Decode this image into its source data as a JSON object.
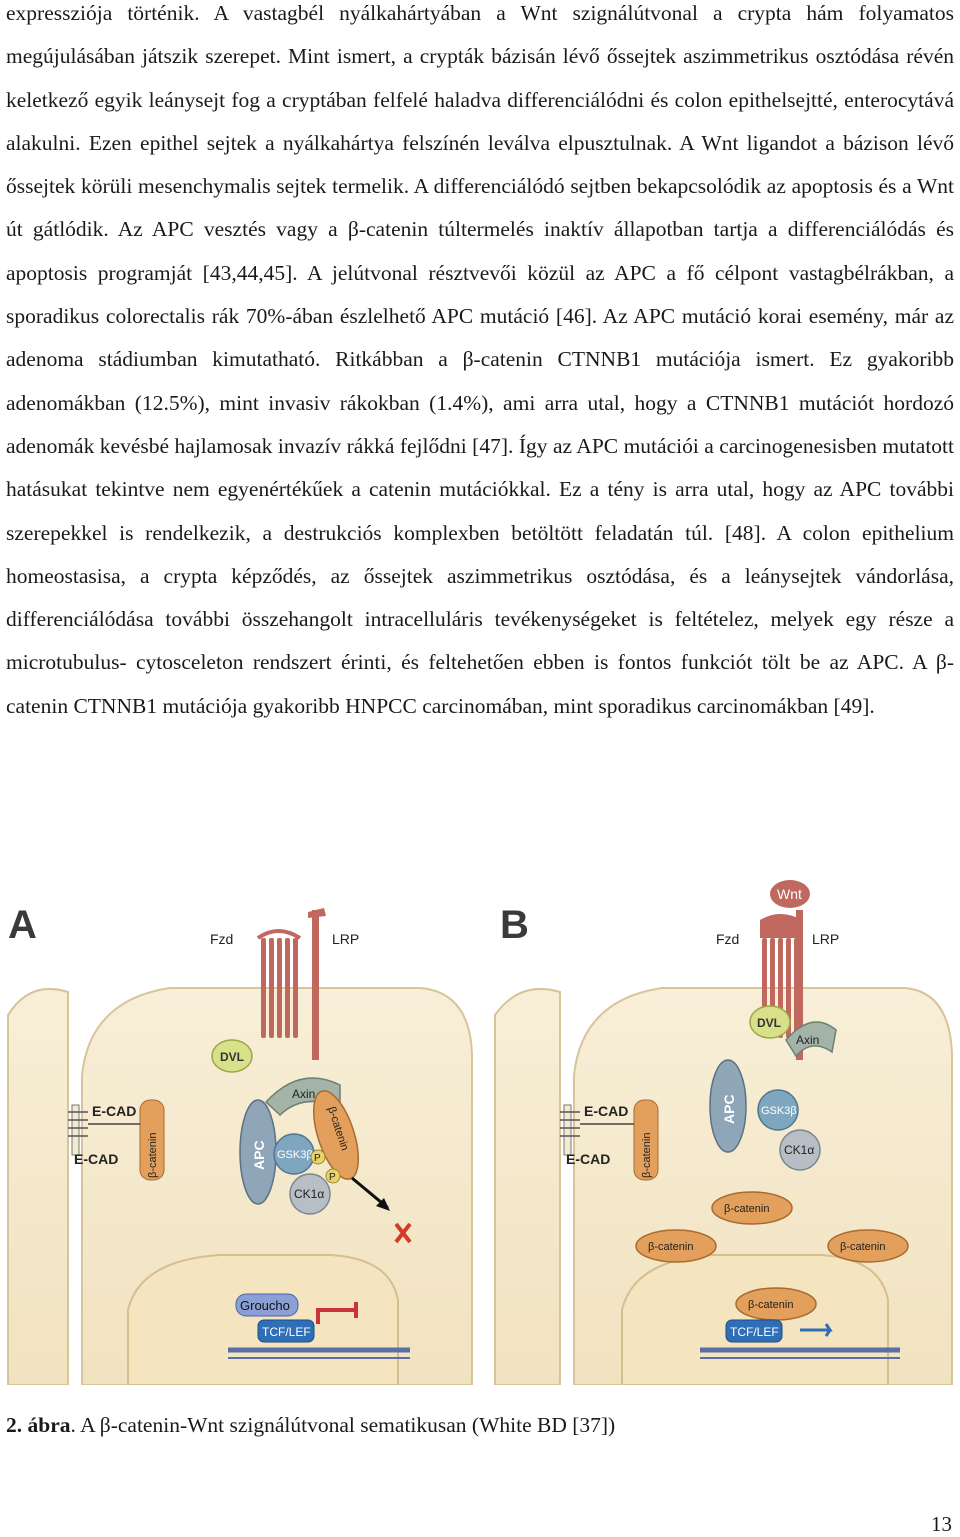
{
  "paragraph": "expressziója történik. A vastagbél nyálkahártyában a Wnt szignálútvonal a crypta hám folyamatos megújulásában játszik szerepet. Mint ismert, a crypták bázisán lévő őssejtek aszimmetrikus osztódása révén keletkező egyik leánysejt fog a cryptában felfelé haladva differenciálódni és colon epithelsejtté, enterocytává alakulni. Ezen epithel sejtek a nyálkahártya felszínén leválva elpusztulnak. A Wnt ligandot a bázison lévő őssejtek körüli mesenchymalis sejtek termelik. A differenciálódó sejtben bekapcsolódik az apoptosis és a Wnt út gátlódik. Az APC vesztés vagy a β-catenin túltermelés inaktív állapotban tartja a differenciálódás és apoptosis programját [43,44,45]. A jelútvonal résztvevői közül az APC a fő célpont vastagbélrákban, a sporadikus colorectalis rák 70%-ában észlelhető APC mutáció [46]. Az APC mutáció korai esemény, már az adenoma stádiumban kimutatható. Ritkábban a β-catenin CTNNB1 mutációja ismert. Ez gyakoribb adenomákban (12.5%), mint invasiv rákokban (1.4%), ami arra utal, hogy a CTNNB1 mutációt hordozó adenomák kevésbé hajlamosak invazív rákká fejlődni [47]. Így az APC mutációi a carcinogenesisben mutatott hatásukat tekintve nem egyenértékűek a catenin mutációkkal. Ez a tény is arra utal, hogy az APC további szerepekkel is rendelkezik, a destrukciós komplexben betöltött feladatán túl. [48]. A colon epithelium homeostasisa, a crypta képződés, az őssejtek aszimmetrikus osztódása, és a leánysejtek vándorlása, differenciálódása további összehangolt intracelluláris tevékenységeket is feltételez, melyek egy része a microtubulus- cytosceleton rendszert érinti, és feltehetően ebben is fontos funkciót tölt be az APC. A β-catenin CTNNB1 mutációja gyakoribb HNPCC carcinomában, mint sporadikus carcinomákban [49].",
  "figure": {
    "panel_a": {
      "letter": "A",
      "labels": {
        "fzd": "Fzd",
        "lrp": "LRP",
        "dvl": "DVL",
        "axin": "Axin",
        "apc": "APC",
        "gsk": "GSK3β",
        "ck1": "CK1α",
        "p": "P",
        "bcat": "β-catenin",
        "ecad1": "E-CAD",
        "ecad2": "E-CAD",
        "bcat_membrane": "β-catenin",
        "groucho": "Groucho",
        "tcf": "TCF/LEF"
      }
    },
    "panel_b": {
      "letter": "B",
      "labels": {
        "wnt": "Wnt",
        "fzd": "Fzd",
        "lrp": "LRP",
        "dvl": "DVL",
        "axin": "Axin",
        "apc": "APC",
        "gsk": "GSK3β",
        "ck1": "CK1α",
        "ecad1": "E-CAD",
        "ecad2": "E-CAD",
        "bcat_membrane": "β-catenin",
        "bcat1": "β-catenin",
        "bcat2": "β-catenin",
        "bcat3": "β-catenin",
        "bcat4": "β-catenin",
        "tcf": "TCF/LEF"
      }
    }
  },
  "caption": {
    "label": "2. ábra",
    "text": ". A β-catenin-Wnt szignálútvonal sematikusan (White BD [37])"
  },
  "page_number": "13",
  "colors": {
    "cell": "#f5ecd6",
    "cell_border": "#d8c49a",
    "nucleus": "#f2e2bd",
    "receptor": "#c0675e",
    "bcat": "#e2a05c",
    "apc": "#8fa5b8",
    "dvl": "#d9e08a",
    "axin": "#a3b3a8",
    "gsk": "#7fa6bf",
    "ck1": "#b7bec5",
    "groucho": "#8a9fd6",
    "tcf": "#2f6fb8",
    "p": "#e8d36a",
    "x": "#d43a2a"
  }
}
